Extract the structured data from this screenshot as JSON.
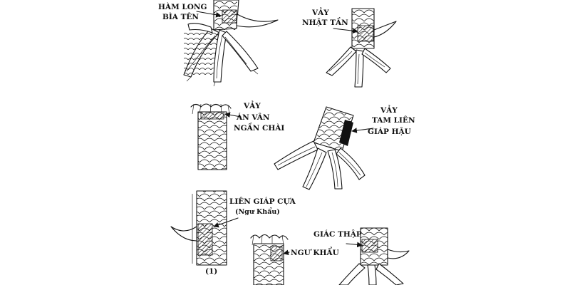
{
  "labels": {
    "ham_long_1": "HÀM LONG",
    "ham_long_2": "BÌA TÊN",
    "nhat_tan_1": "VẢY",
    "nhat_tan_2": "NHẬT TẦN",
    "an_van_1": "VẢY",
    "an_van_2": "ÁN VÂN",
    "an_van_3": "NGẦN CHÀI",
    "tam_lien_1": "VẢY",
    "tam_lien_2": "TAM LIÊN",
    "tam_lien_3": "GIÁP HẬU",
    "lien_giap_1": "LIÊN GIÁP CỰA",
    "lien_giap_2": "(Ngư Khẩu)",
    "ngu_khau": "NGƯ KHẨU",
    "giac_thap": "GIÁC THẬP",
    "figure_no": "(1)"
  }
}
